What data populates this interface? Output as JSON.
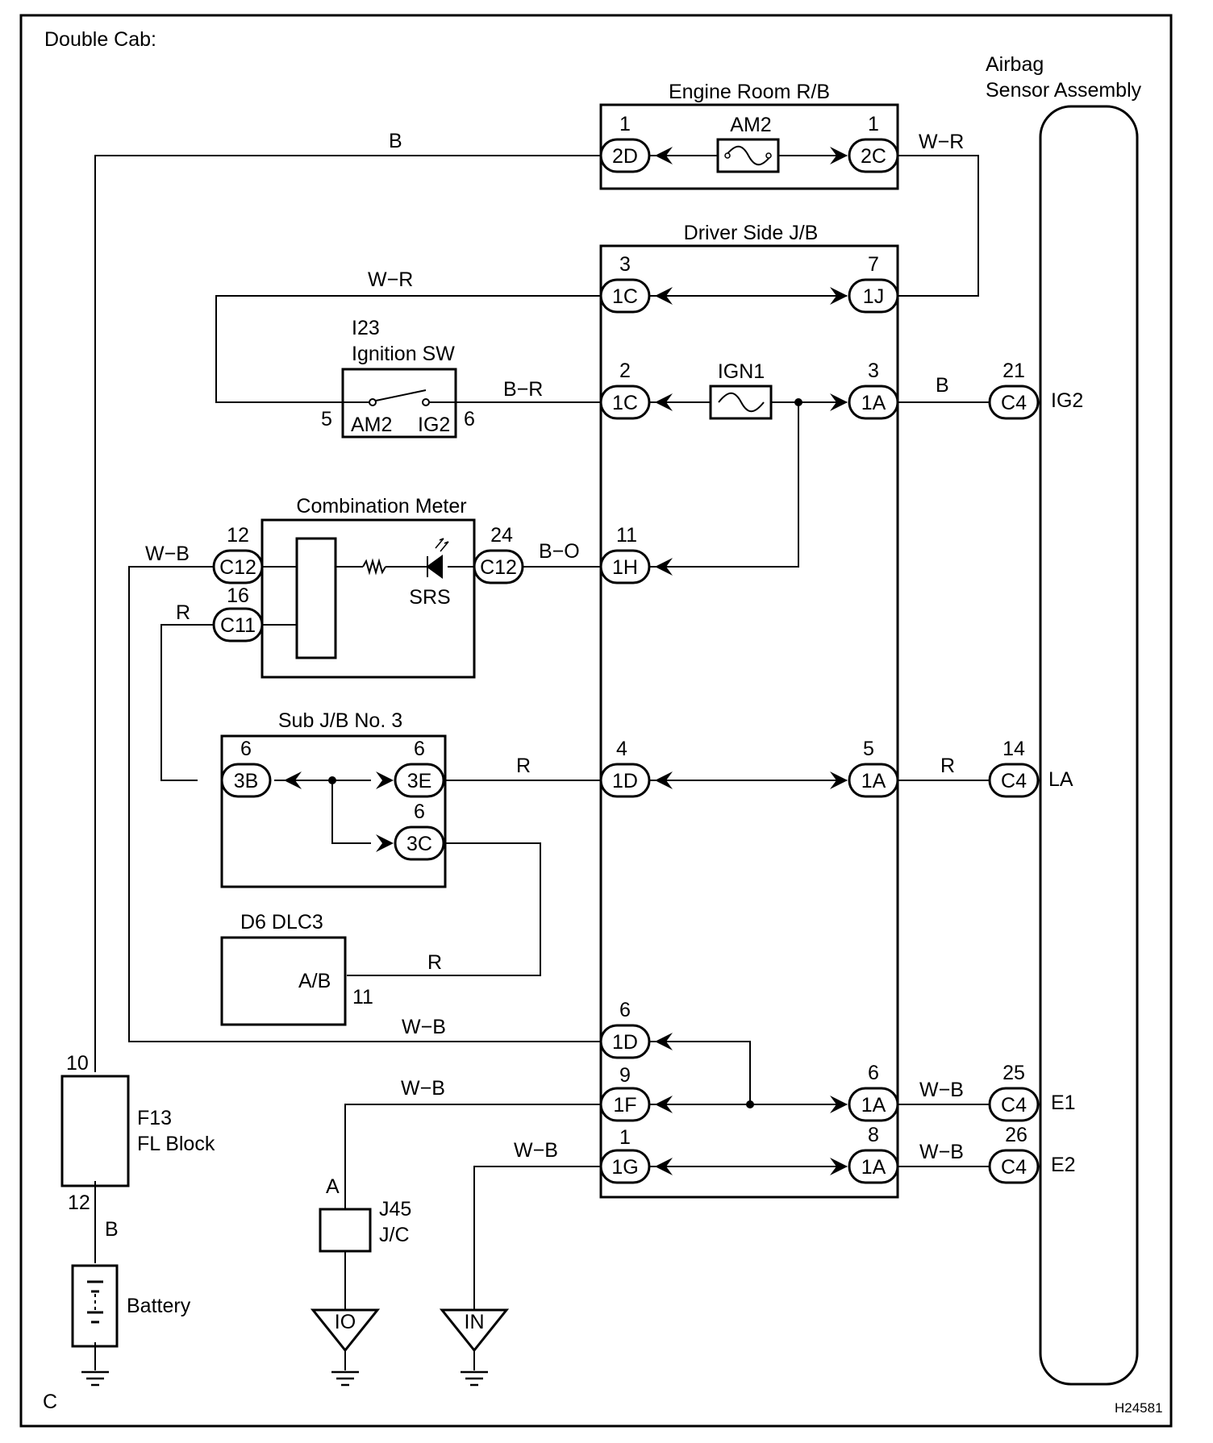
{
  "title": "Double Cab:",
  "corner_label": "C",
  "figure_id": "H24581",
  "components": {
    "engine_room_rb": "Engine Room R/B",
    "driver_side_jb": "Driver Side J/B",
    "ignition_sw_id": "I23",
    "ignition_sw_name": "Ignition SW",
    "combination_meter": "Combination Meter",
    "sub_jb": "Sub J/B No. 3",
    "dlc": "D6 DLC3",
    "fl_block_id": "F13",
    "fl_block_name": "FL Block",
    "battery": "Battery",
    "jc_id": "J45",
    "jc_name": "J/C",
    "airbag_line1": "Airbag",
    "airbag_line2": "Sensor Assembly"
  },
  "fuses": {
    "am2": "AM2",
    "ign1": "IGN1"
  },
  "labels": {
    "sw_am2": "AM2",
    "sw_ig2": "IG2",
    "srs": "SRS",
    "dlc_ab": "A/B",
    "jc_a": "A",
    "ground_io": "IO",
    "ground_in": "IN"
  },
  "wire_colors": {
    "b_top": "B",
    "wr_right": "W−R",
    "wr_left": "W−R",
    "br": "B−R",
    "b_ig2": "B",
    "bo": "B−O",
    "wb_meter": "W−B",
    "r_meter": "R",
    "r_sub": "R",
    "r_la": "R",
    "r_dlc": "R",
    "wb_1d": "W−B",
    "wb_1f": "W−B",
    "wb_e1": "W−B",
    "wb_1g": "W−B",
    "wb_e2": "W−B",
    "b_batt": "B"
  },
  "connectors": [
    {
      "id": "2D",
      "pin": "1"
    },
    {
      "id": "2C",
      "pin": "1"
    },
    {
      "id": "1C",
      "pin": "3"
    },
    {
      "id": "1J",
      "pin": "7"
    },
    {
      "id": "1C",
      "pin": "2"
    },
    {
      "id": "1A",
      "pin": "3"
    },
    {
      "id": "C4",
      "pin": "21"
    },
    {
      "id": "C12",
      "pin": "12"
    },
    {
      "id": "C12",
      "pin": "24"
    },
    {
      "id": "1H",
      "pin": "11"
    },
    {
      "id": "C11",
      "pin": "16"
    },
    {
      "id": "3B",
      "pin": "6"
    },
    {
      "id": "3E",
      "pin": "6"
    },
    {
      "id": "3C",
      "pin": "6"
    },
    {
      "id": "1D",
      "pin": "4"
    },
    {
      "id": "1A",
      "pin": "5"
    },
    {
      "id": "C4",
      "pin": "14"
    },
    {
      "id": "1D",
      "pin": "6"
    },
    {
      "id": "1F",
      "pin": "9"
    },
    {
      "id": "1A",
      "pin": "6"
    },
    {
      "id": "C4",
      "pin": "25"
    },
    {
      "id": "1G",
      "pin": "1"
    },
    {
      "id": "1A",
      "pin": "8"
    },
    {
      "id": "C4",
      "pin": "26"
    }
  ],
  "pin_numbers": {
    "sw_am2": "5",
    "sw_ig2": "6",
    "dlc_ab": "11",
    "fl_top": "10",
    "fl_bottom": "12"
  },
  "airbag_terminals": {
    "ig2": "IG2",
    "la": "LA",
    "e1": "E1",
    "e2": "E2"
  }
}
